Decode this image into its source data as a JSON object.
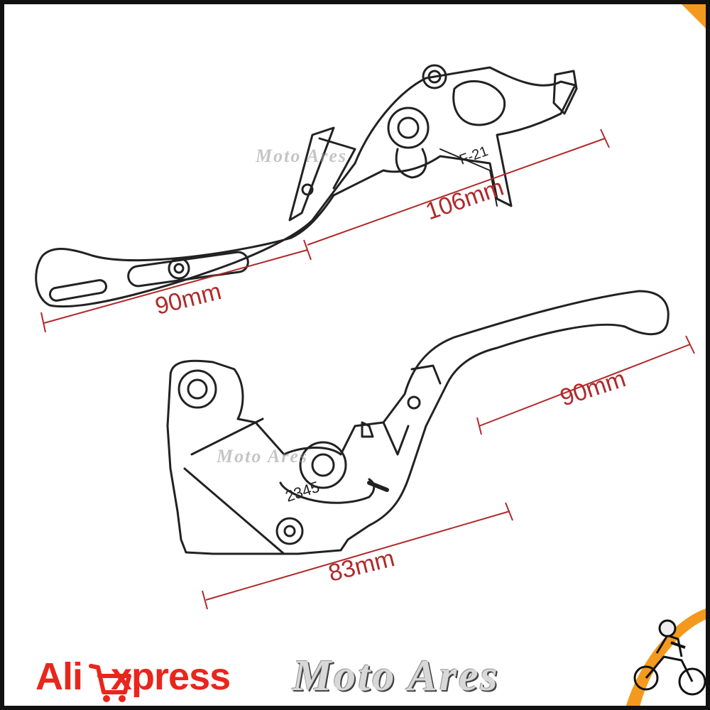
{
  "dimensions": {
    "top_short": "90mm",
    "top_long": "106mm",
    "bottom_right": "90mm",
    "bottom_left": "83mm"
  },
  "watermarks": {
    "top": "Moto Ares",
    "bottom": "Moto Ares"
  },
  "lever_markings": {
    "top_model": "F-21",
    "adjuster_numbers": "2345"
  },
  "branding": {
    "store_part1": "Ali",
    "store_part2": "xpress",
    "seller": "Moto Ares",
    "accent_color": "#f39a1e",
    "store_color": "#e8261c",
    "dimension_color": "#b02a2a"
  },
  "icons": [
    "shopping-cart-icon",
    "motocross-rider-icon"
  ]
}
